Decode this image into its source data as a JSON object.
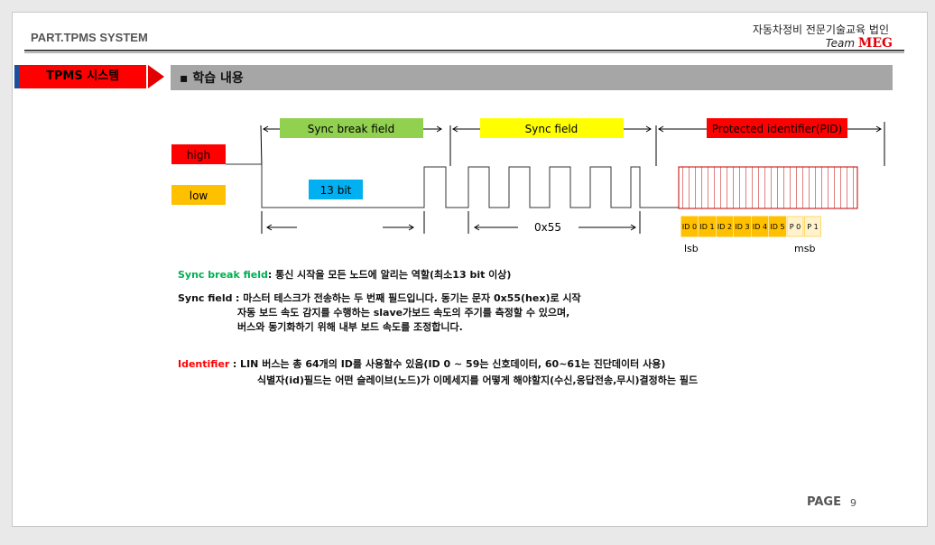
{
  "header": {
    "part": "PART.TPMS SYSTEM",
    "org": "자동차정비 전문기술교육 법인",
    "team_prefix": "Team",
    "team_name": "MEG"
  },
  "section": {
    "title": "TPMS 시스템",
    "subtitle": "▪ 학습 내용"
  },
  "diagram": {
    "high": "high",
    "low": "low",
    "sync_break": "Sync break field",
    "bits13": "13 bit",
    "sync_field": "Sync field",
    "pid": "Protected identifier(PID)",
    "hex": "0x55",
    "id_bits": [
      "ID 0",
      "ID 1",
      "ID 2",
      "ID 3",
      "ID 4",
      "ID 5",
      "P 0",
      "P 1"
    ],
    "lsb": "lsb",
    "msb": "msb"
  },
  "notes": {
    "sync_break_term": "Sync break field",
    "sync_break_text": ": 통신 시작을 모든 노드에 알리는 역할(최소13 bit 이상)",
    "sync_field_term": "Sync field",
    "sync_field_line1": ": 마스터 테스크가 전송하는 두 번째 필드입니다. 동기는 문자 0x55(hex)로 시작",
    "sync_field_line2": "자동 보드 속도 감지를 수행하는 slave가보드 속도의 주기를 측정할 수 있으며,",
    "sync_field_line3": "버스와 동기화하기 위해 내부 보드 속도를 조정합니다.",
    "identifier_term": "Identifier",
    "identifier_line1": ": LIN 버스는 총 64개의 ID를 사용할수 있음(ID 0 ~ 59는 신호데이터,   60~61는 진단데이터 사용)",
    "identifier_line2": "식별자(id)필드는 어떤 슬레이브(노드)가 이메세지를 어떻게 해야할지(수신,응답전송,무시)결정하는 필드"
  },
  "footer": {
    "page_label": "PAGE",
    "page_number": "9"
  },
  "colors": {
    "red": "#ff0000",
    "green": "#92d050",
    "yellow": "#ffff00",
    "orange": "#ffc000",
    "blue": "#00b0f0",
    "hatch": "#c00000",
    "term_green": "#00b050",
    "term_red": "#ff0000"
  }
}
